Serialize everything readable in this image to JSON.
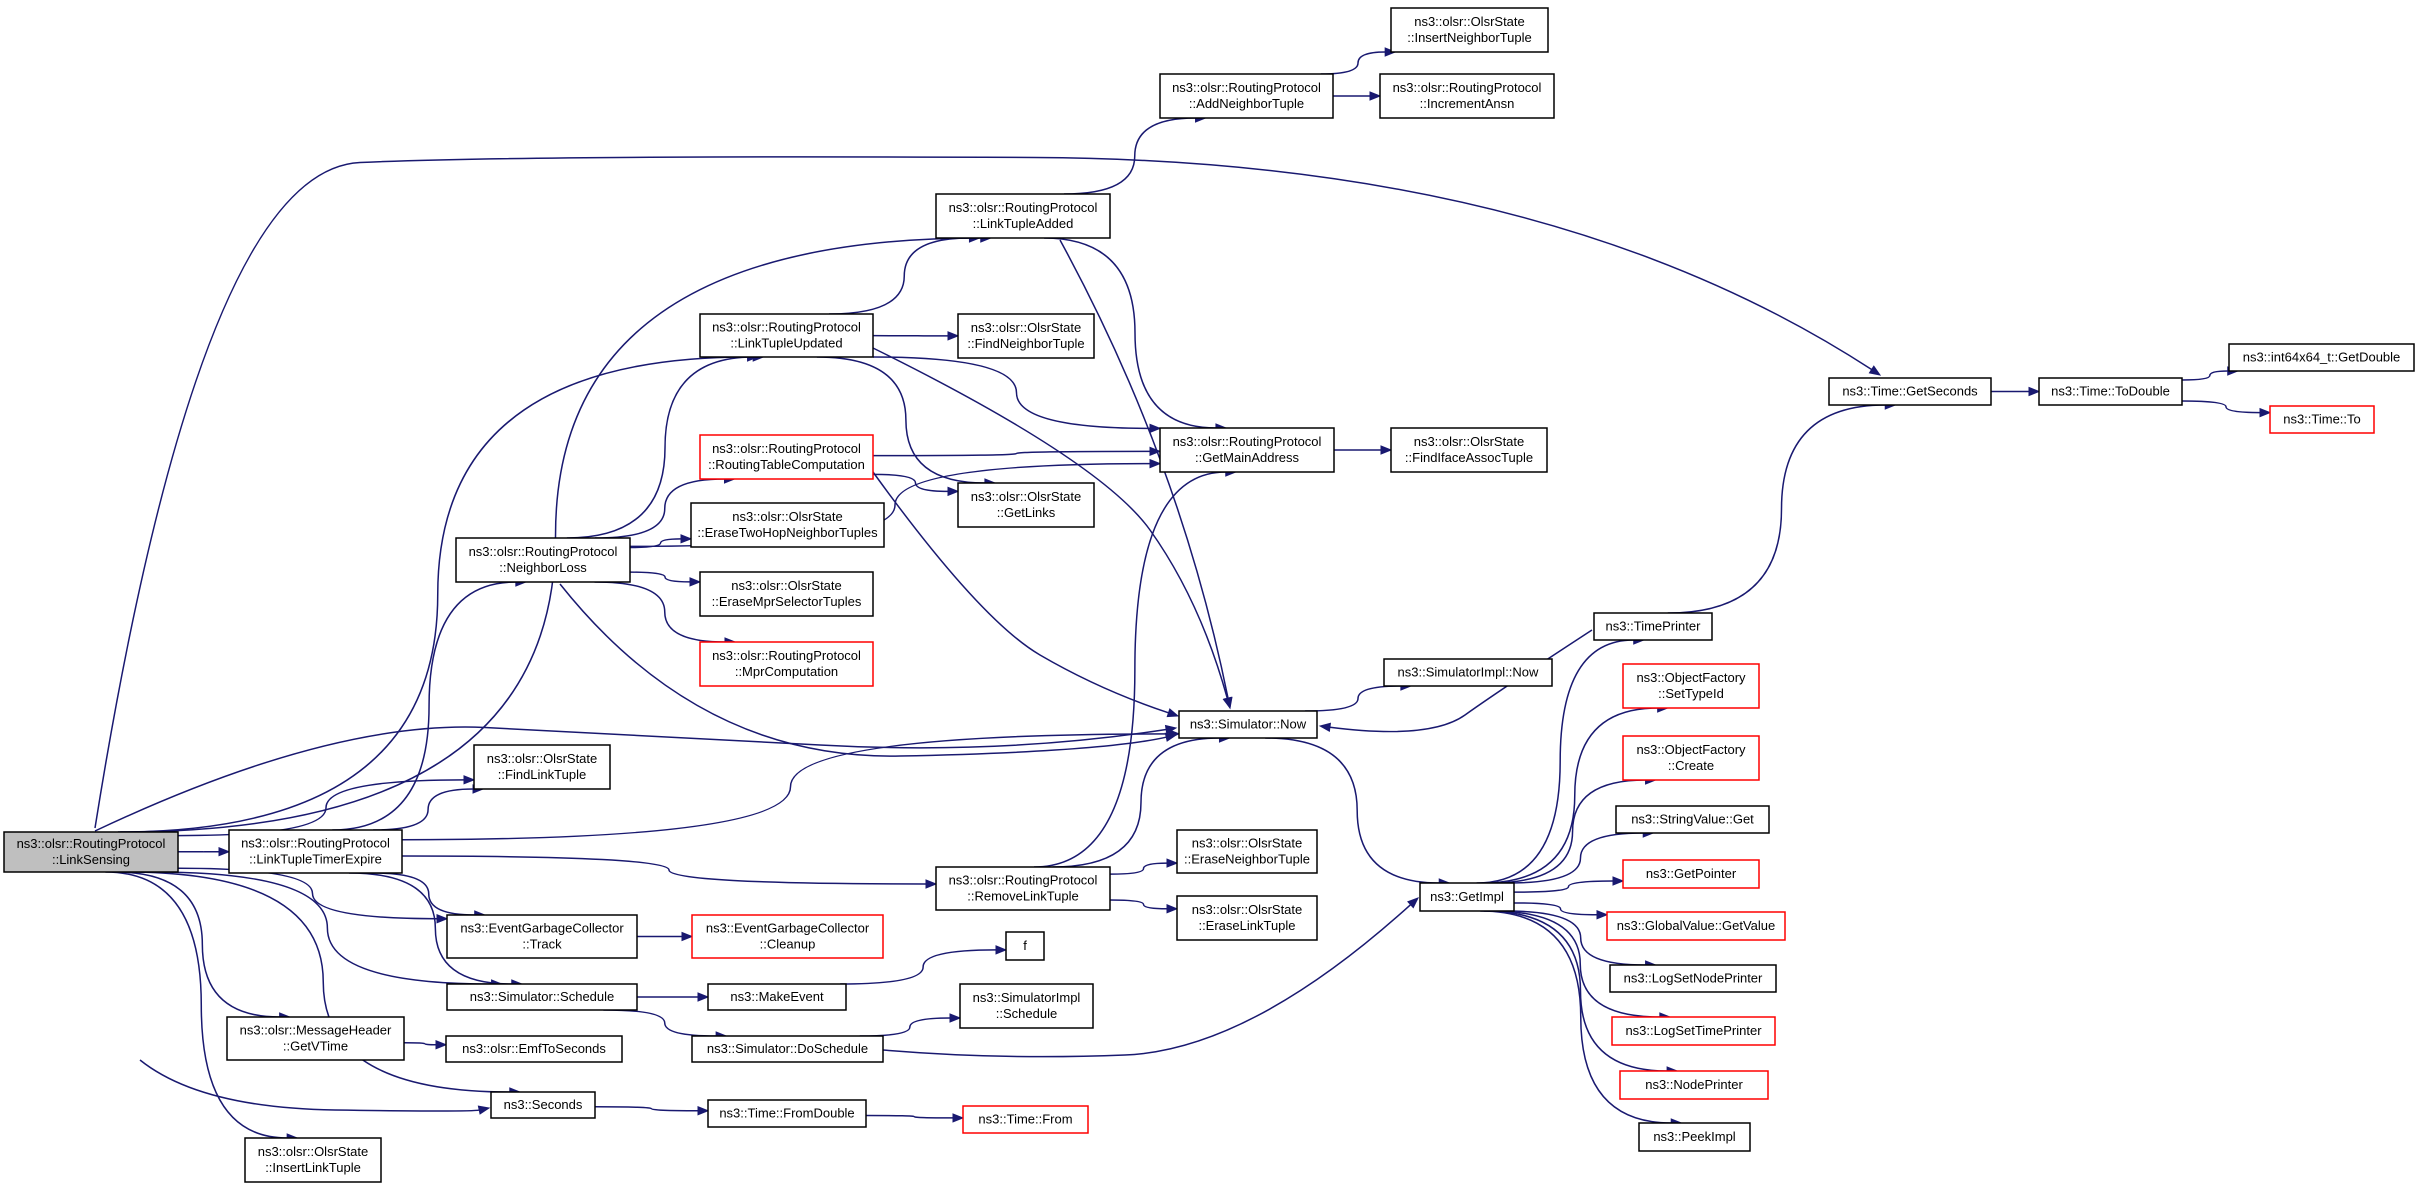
{
  "diagram": {
    "type": "call-graph",
    "root": "linksensing",
    "colors": {
      "edge": "#191970",
      "node_border": "#000000",
      "truncated_border": "#ff0000",
      "root_fill": "#bfbfbf"
    },
    "nodes": [
      {
        "id": "linksensing",
        "lines": [
          "ns3::olsr::RoutingProtocol",
          "::LinkSensing"
        ],
        "root": true
      },
      {
        "id": "insertneighbortuple",
        "lines": [
          "ns3::olsr::OlsrState",
          "::InsertNeighborTuple"
        ]
      },
      {
        "id": "addneighbortuple",
        "lines": [
          "ns3::olsr::RoutingProtocol",
          "::AddNeighborTuple"
        ]
      },
      {
        "id": "incrementansn",
        "lines": [
          "ns3::olsr::RoutingProtocol",
          "::IncrementAnsn"
        ]
      },
      {
        "id": "linktupleadded",
        "lines": [
          "ns3::olsr::RoutingProtocol",
          "::LinkTupleAdded"
        ]
      },
      {
        "id": "linktupleupdated",
        "lines": [
          "ns3::olsr::RoutingProtocol",
          "::LinkTupleUpdated"
        ]
      },
      {
        "id": "findneighbortuple",
        "lines": [
          "ns3::olsr::OlsrState",
          "::FindNeighborTuple"
        ]
      },
      {
        "id": "getmainaddress",
        "lines": [
          "ns3::olsr::RoutingProtocol",
          "::GetMainAddress"
        ]
      },
      {
        "id": "findifaceassoctuple",
        "lines": [
          "ns3::olsr::OlsrState",
          "::FindIfaceAssocTuple"
        ]
      },
      {
        "id": "routingtablecomputation",
        "lines": [
          "ns3::olsr::RoutingProtocol",
          "::RoutingTableComputation"
        ],
        "truncated": true
      },
      {
        "id": "getlinks",
        "lines": [
          "ns3::olsr::OlsrState",
          "::GetLinks"
        ]
      },
      {
        "id": "erasetwohop",
        "lines": [
          "ns3::olsr::OlsrState",
          "::EraseTwoHopNeighborTuples"
        ]
      },
      {
        "id": "neighborloss",
        "lines": [
          "ns3::olsr::RoutingProtocol",
          "::NeighborLoss"
        ]
      },
      {
        "id": "erasemprselector",
        "lines": [
          "ns3::olsr::OlsrState",
          "::EraseMprSelectorTuples"
        ]
      },
      {
        "id": "mprcomputation",
        "lines": [
          "ns3::olsr::RoutingProtocol",
          "::MprComputation"
        ],
        "truncated": true
      },
      {
        "id": "simulatornow",
        "lines": [
          "ns3::Simulator::Now"
        ]
      },
      {
        "id": "simimplnow",
        "lines": [
          "ns3::SimulatorImpl::Now"
        ]
      },
      {
        "id": "findlinktuple",
        "lines": [
          "ns3::olsr::OlsrState",
          "::FindLinkTuple"
        ]
      },
      {
        "id": "linktupletimerexpire",
        "lines": [
          "ns3::olsr::RoutingProtocol",
          "::LinkTupleTimerExpire"
        ]
      },
      {
        "id": "removelinktuple",
        "lines": [
          "ns3::olsr::RoutingProtocol",
          "::RemoveLinkTuple"
        ]
      },
      {
        "id": "eraseneighbortuple",
        "lines": [
          "ns3::olsr::OlsrState",
          "::EraseNeighborTuple"
        ]
      },
      {
        "id": "eraselinktuple",
        "lines": [
          "ns3::olsr::OlsrState",
          "::EraseLinkTuple"
        ]
      },
      {
        "id": "egctrack",
        "lines": [
          "ns3::EventGarbageCollector",
          "::Track"
        ]
      },
      {
        "id": "egccleanup",
        "lines": [
          "ns3::EventGarbageCollector",
          "::Cleanup"
        ],
        "truncated": true
      },
      {
        "id": "f",
        "lines": [
          "f"
        ]
      },
      {
        "id": "simschedule",
        "lines": [
          "ns3::Simulator::Schedule"
        ]
      },
      {
        "id": "makeevent",
        "lines": [
          "ns3::MakeEvent"
        ]
      },
      {
        "id": "simimplschedule",
        "lines": [
          "ns3::SimulatorImpl",
          "::Schedule"
        ]
      },
      {
        "id": "getvtime",
        "lines": [
          "ns3::olsr::MessageHeader",
          "::GetVTime"
        ]
      },
      {
        "id": "emftoseconds",
        "lines": [
          "ns3::olsr::EmfToSeconds"
        ]
      },
      {
        "id": "simdoschedule",
        "lines": [
          "ns3::Simulator::DoSchedule"
        ]
      },
      {
        "id": "seconds",
        "lines": [
          "ns3::Seconds"
        ]
      },
      {
        "id": "timefromdouble",
        "lines": [
          "ns3::Time::FromDouble"
        ]
      },
      {
        "id": "timefrom",
        "lines": [
          "ns3::Time::From"
        ],
        "truncated": true
      },
      {
        "id": "insertlinktuple",
        "lines": [
          "ns3::olsr::OlsrState",
          "::InsertLinkTuple"
        ]
      },
      {
        "id": "getimpl",
        "lines": [
          "ns3::GetImpl"
        ]
      },
      {
        "id": "timeprinter",
        "lines": [
          "ns3::TimePrinter"
        ]
      },
      {
        "id": "settypeid",
        "lines": [
          "ns3::ObjectFactory",
          "::SetTypeId"
        ],
        "truncated": true
      },
      {
        "id": "ofcreate",
        "lines": [
          "ns3::ObjectFactory",
          "::Create"
        ],
        "truncated": true
      },
      {
        "id": "stringvalueget",
        "lines": [
          "ns3::StringValue::Get"
        ]
      },
      {
        "id": "getpointer",
        "lines": [
          "ns3::GetPointer"
        ],
        "truncated": true
      },
      {
        "id": "globalvalueget",
        "lines": [
          "ns3::GlobalValue::GetValue"
        ],
        "truncated": true
      },
      {
        "id": "logsetnodeprinter",
        "lines": [
          "ns3::LogSetNodePrinter"
        ]
      },
      {
        "id": "logsettimeprinter",
        "lines": [
          "ns3::LogSetTimePrinter"
        ],
        "truncated": true
      },
      {
        "id": "nodeprinter",
        "lines": [
          "ns3::NodePrinter"
        ],
        "truncated": true
      },
      {
        "id": "peekimpl",
        "lines": [
          "ns3::PeekImpl"
        ]
      },
      {
        "id": "timegetseconds",
        "lines": [
          "ns3::Time::GetSeconds"
        ]
      },
      {
        "id": "timetodouble",
        "lines": [
          "ns3::Time::ToDouble"
        ]
      },
      {
        "id": "int64getdouble",
        "lines": [
          "ns3::int64x64_t::GetDouble"
        ]
      },
      {
        "id": "timeto",
        "lines": [
          "ns3::Time::To"
        ],
        "truncated": true
      }
    ],
    "edges": [
      [
        "linksensing",
        "linktupleadded"
      ],
      [
        "linksensing",
        "timegetseconds"
      ],
      [
        "linksensing",
        "linktupleupdated"
      ],
      [
        "linksensing",
        "simulatornow"
      ],
      [
        "linksensing",
        "findlinktuple"
      ],
      [
        "linksensing",
        "linktupletimerexpire"
      ],
      [
        "linksensing",
        "egctrack"
      ],
      [
        "linksensing",
        "simschedule"
      ],
      [
        "linksensing",
        "getvtime"
      ],
      [
        "linksensing",
        "seconds"
      ],
      [
        "linksensing",
        "insertlinktuple"
      ],
      [
        "addneighbortuple",
        "insertneighbortuple"
      ],
      [
        "addneighbortuple",
        "incrementansn"
      ],
      [
        "linktupleadded",
        "addneighbortuple"
      ],
      [
        "linktupleadded",
        "getmainaddress"
      ],
      [
        "linktupleadded",
        "simulatornow"
      ],
      [
        "linktupleupdated",
        "linktupleadded"
      ],
      [
        "linktupleupdated",
        "findneighbortuple"
      ],
      [
        "linktupleupdated",
        "getmainaddress"
      ],
      [
        "linktupleupdated",
        "getlinks"
      ],
      [
        "linktupleupdated",
        "simulatornow"
      ],
      [
        "getmainaddress",
        "findifaceassoctuple"
      ],
      [
        "routingtablecomputation",
        "getlinks"
      ],
      [
        "routingtablecomputation",
        "getmainaddress"
      ],
      [
        "routingtablecomputation",
        "simulatornow"
      ],
      [
        "neighborloss",
        "linktupleupdated"
      ],
      [
        "neighborloss",
        "getmainaddress"
      ],
      [
        "neighborloss",
        "routingtablecomputation"
      ],
      [
        "neighborloss",
        "erasetwohop"
      ],
      [
        "neighborloss",
        "erasemprselector"
      ],
      [
        "neighborloss",
        "mprcomputation"
      ],
      [
        "neighborloss",
        "simulatornow"
      ],
      [
        "simulatornow",
        "simimplnow"
      ],
      [
        "simulatornow",
        "getimpl"
      ],
      [
        "linktupletimerexpire",
        "neighborloss"
      ],
      [
        "linktupletimerexpire",
        "findlinktuple"
      ],
      [
        "linktupletimerexpire",
        "simulatornow"
      ],
      [
        "linktupletimerexpire",
        "removelinktuple"
      ],
      [
        "linktupletimerexpire",
        "egctrack"
      ],
      [
        "linktupletimerexpire",
        "simschedule"
      ],
      [
        "removelinktuple",
        "getmainaddress"
      ],
      [
        "removelinktuple",
        "simulatornow"
      ],
      [
        "removelinktuple",
        "eraseneighbortuple"
      ],
      [
        "removelinktuple",
        "eraselinktuple"
      ],
      [
        "egctrack",
        "egccleanup"
      ],
      [
        "simschedule",
        "makeevent"
      ],
      [
        "simschedule",
        "simdoschedule"
      ],
      [
        "makeevent",
        "f"
      ],
      [
        "simdoschedule",
        "simimplschedule"
      ],
      [
        "simdoschedule",
        "getimpl"
      ],
      [
        "getvtime",
        "emftoseconds"
      ],
      [
        "getvtime",
        "seconds"
      ],
      [
        "seconds",
        "timefromdouble"
      ],
      [
        "timefromdouble",
        "timefrom"
      ],
      [
        "getimpl",
        "timeprinter"
      ],
      [
        "getimpl",
        "settypeid"
      ],
      [
        "getimpl",
        "ofcreate"
      ],
      [
        "getimpl",
        "stringvalueget"
      ],
      [
        "getimpl",
        "getpointer"
      ],
      [
        "getimpl",
        "globalvalueget"
      ],
      [
        "getimpl",
        "logsetnodeprinter"
      ],
      [
        "getimpl",
        "logsettimeprinter"
      ],
      [
        "getimpl",
        "nodeprinter"
      ],
      [
        "getimpl",
        "peekimpl"
      ],
      [
        "timeprinter",
        "simulatornow"
      ],
      [
        "timeprinter",
        "timegetseconds"
      ],
      [
        "timegetseconds",
        "timetodouble"
      ],
      [
        "timetodouble",
        "int64getdouble"
      ],
      [
        "timetodouble",
        "timeto"
      ]
    ]
  }
}
